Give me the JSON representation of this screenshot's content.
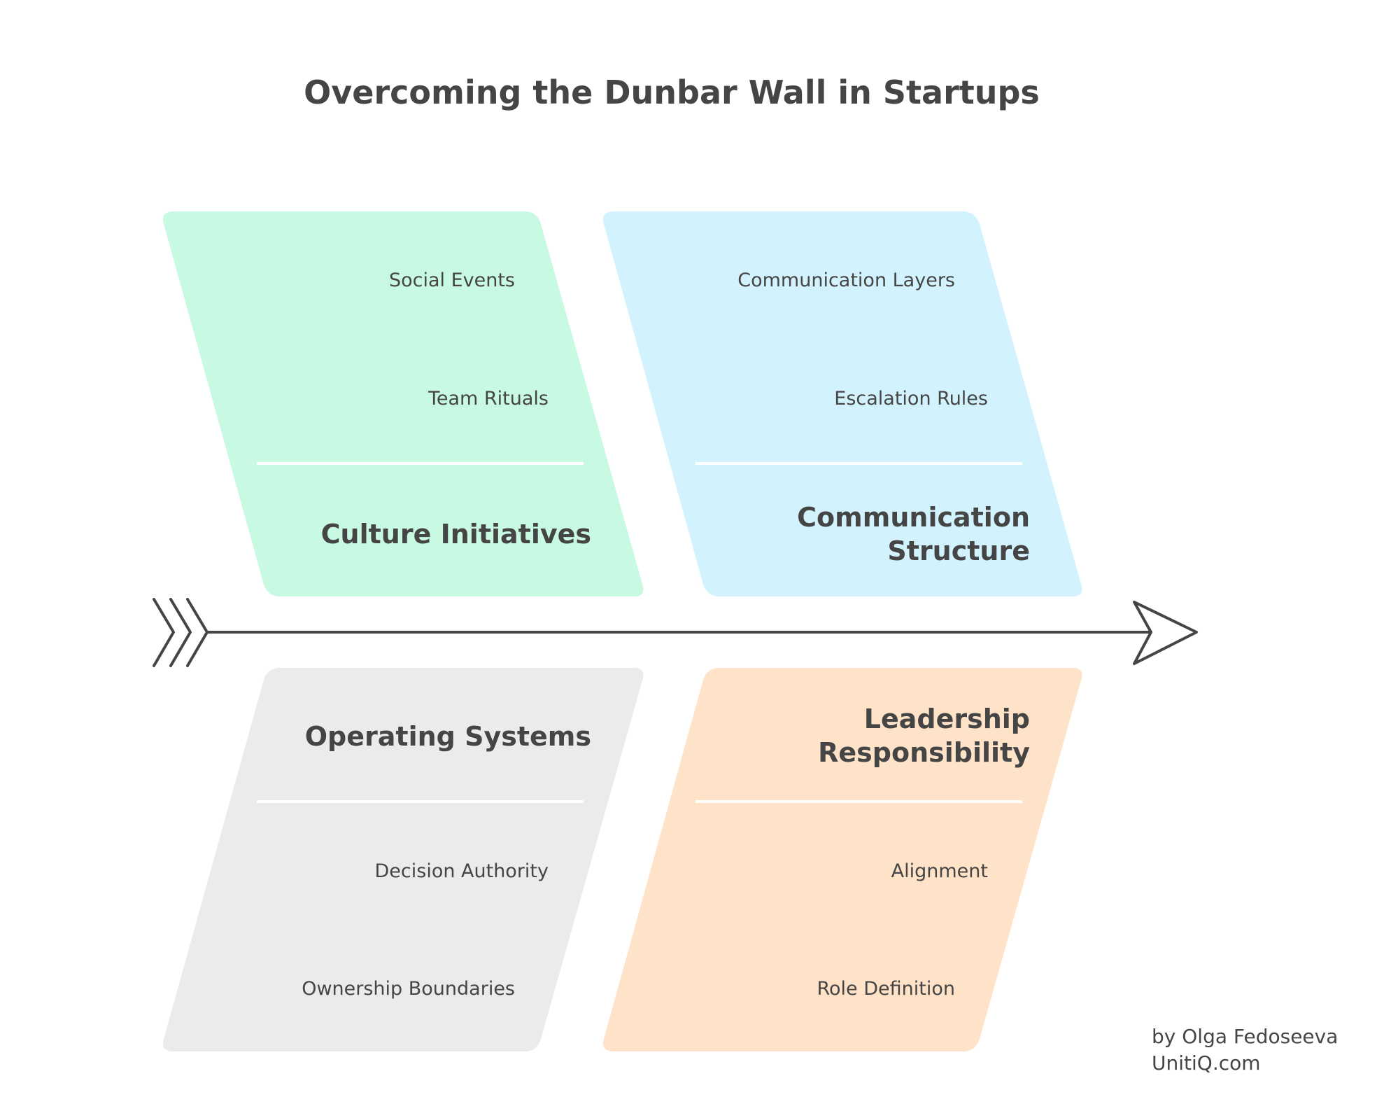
{
  "title": "Overcoming the Dunbar Wall in Startups",
  "categories": [
    {
      "label_lines": [
        "Culture Initiatives"
      ],
      "items": [
        "Social Events",
        "Team Rituals"
      ],
      "color": "#c8f9e2"
    },
    {
      "label_lines": [
        "Communication",
        "Structure"
      ],
      "items": [
        "Communication Layers",
        "Escalation Rules"
      ],
      "color": "#d2f3fd"
    },
    {
      "label_lines": [
        "Operating Systems"
      ],
      "items": [
        "Decision Authority",
        "Ownership Boundaries"
      ],
      "color": "#ebebeb"
    },
    {
      "label_lines": [
        "Leadership",
        "Responsibility"
      ],
      "items": [
        "Alignment",
        "Role Definition"
      ],
      "color": "#ffe3c9"
    }
  ],
  "credit": {
    "author": "by Olga Fedoseeva",
    "site": "UnitiQ.com"
  },
  "colors": {
    "text": "#454545",
    "line": "#454545",
    "background": "#ffffff"
  }
}
